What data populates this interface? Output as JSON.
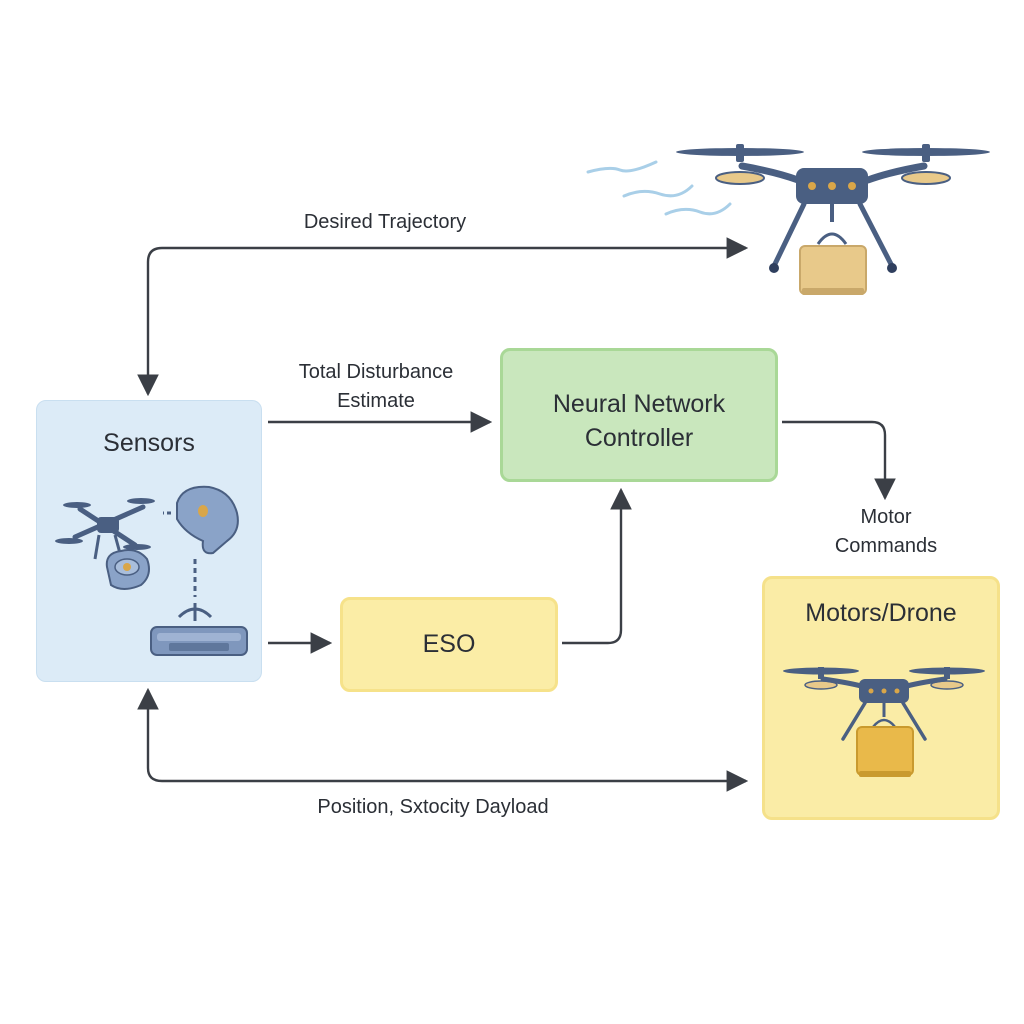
{
  "diagram": {
    "blocks": {
      "sensors": "Sensors",
      "neural_network_controller": "Neural Network Controller",
      "eso": "ESO",
      "motors_drone": "Motors/Drone"
    },
    "edges": {
      "desired_trajectory": "Desired Trajectory",
      "total_disturbance_estimate": "Total Disturbance Estimate",
      "motor_commands": "Motor Commands",
      "position_feedback": "Position, Sxtocity Dayload"
    }
  },
  "colors": {
    "sensors_fill": "#dcebf7",
    "controller_fill": "#c9e7bd",
    "eso_fill": "#fbeda6",
    "motors_fill": "#faeca6",
    "drone_body": "#4a5f82",
    "payload_box": "#e8c98a",
    "arrow": "#3b3f46"
  },
  "icons": [
    "drone-icon",
    "wind-icon",
    "payload-box-icon",
    "imu-sensor-icon",
    "robot-arm-icon",
    "gripper-icon"
  ]
}
